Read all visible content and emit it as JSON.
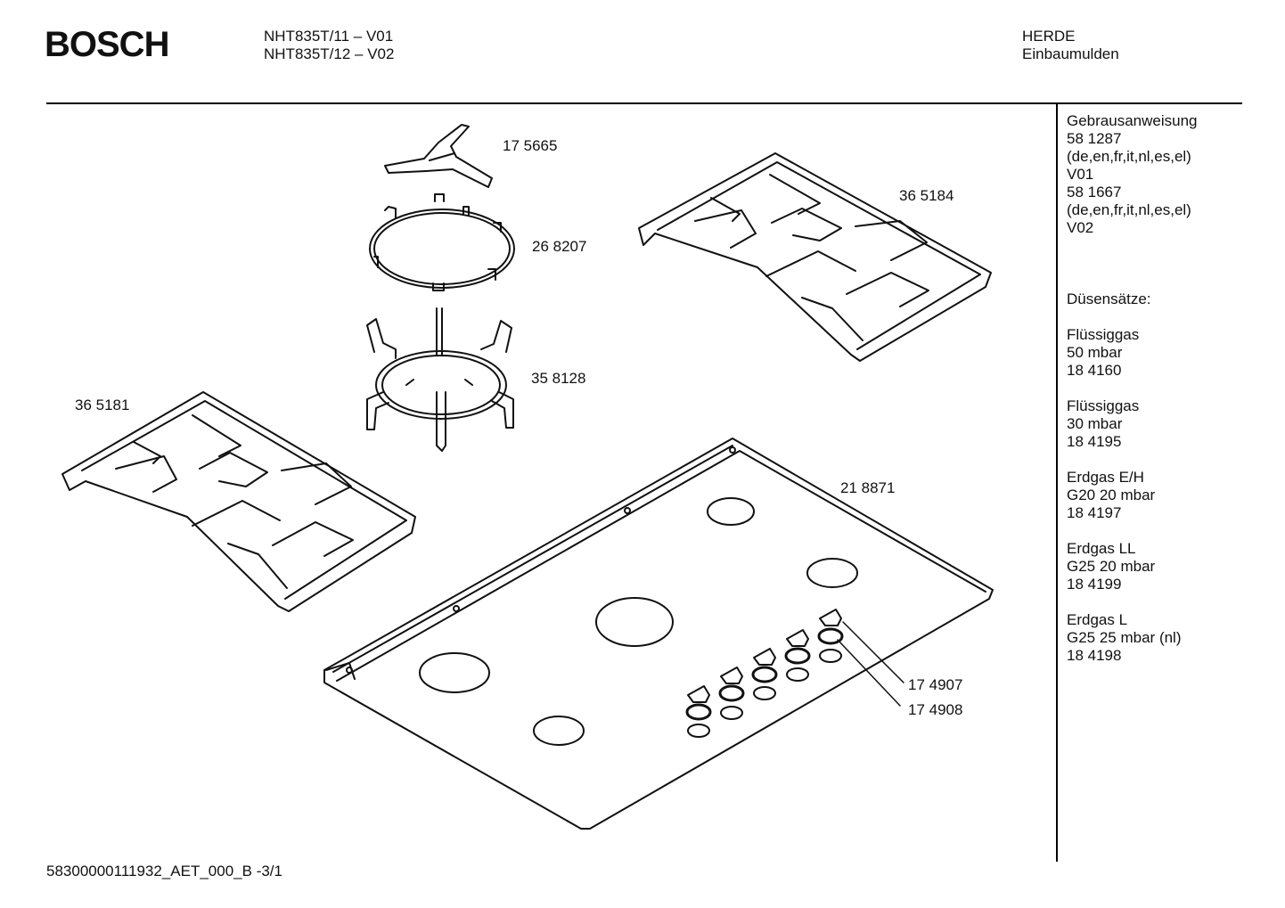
{
  "header": {
    "brand": "BOSCH",
    "model_line1": "NHT835T/11 – V01",
    "model_line2": "NHT835T/12 – V02",
    "category_line1": "HERDE",
    "category_line2": "Einbaumulden"
  },
  "parts": {
    "wok_support": "17 5665",
    "ring": "26 8207",
    "wok_stand": "35 8128",
    "grate_right": "36 5184",
    "grate_left": "36 5181",
    "hob_top": "21 8871",
    "knob": "17 4907",
    "knob_ring": "17 4908"
  },
  "sidebar": {
    "lines": [
      "Gebrausanweisung",
      "58 1287",
      "(de,en,fr,it,nl,es,el)",
      "V01",
      "58 1667",
      "(de,en,fr,it,nl,es,el)",
      "V02",
      "",
      "",
      "",
      "Düsensätze:",
      "",
      "Flüssiggas",
      "50 mbar",
      "18 4160",
      "",
      "Flüssiggas",
      "30 mbar",
      "18 4195",
      "",
      "Erdgas E/H",
      "G20 20 mbar",
      "18 4197",
      "",
      "Erdgas LL",
      "G25 20 mbar",
      "18 4199",
      "",
      "Erdgas L",
      "G25 25 mbar (nl)",
      "18 4198"
    ]
  },
  "footer": {
    "doc_id": "58300000111932_AET_000_B  -3/1"
  }
}
